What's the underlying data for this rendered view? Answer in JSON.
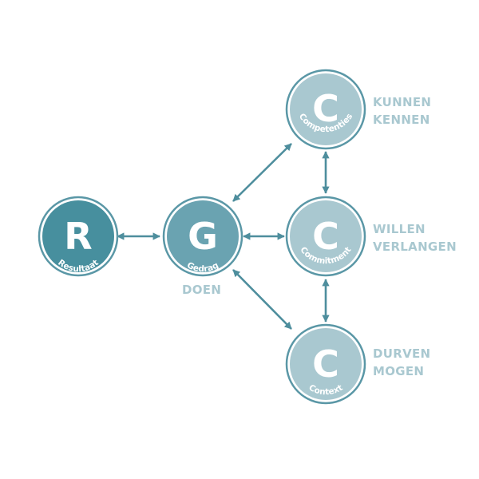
{
  "colors": {
    "resultaat": "#478f9e",
    "gedrag": "#6aa3b1",
    "c_nodes": "#a9c8d0",
    "ring": "#5a97a6",
    "arrow": "#4e8e9d",
    "label": "#a9c8d0"
  },
  "nodes": {
    "resultaat": {
      "letter": "R",
      "label": "Resultaat"
    },
    "gedrag": {
      "letter": "G",
      "label": "Gedrag"
    },
    "competenties": {
      "letter": "C",
      "label": "Competenties"
    },
    "commitment": {
      "letter": "C",
      "label": "Commitment"
    },
    "context": {
      "letter": "C",
      "label": "Context"
    }
  },
  "side_labels": {
    "doen": "DOEN",
    "competenties": [
      "KUNNEN",
      "KENNEN"
    ],
    "commitment": [
      "WILLEN",
      "VERLANGEN"
    ],
    "context": [
      "DURVEN",
      "MOGEN"
    ]
  }
}
